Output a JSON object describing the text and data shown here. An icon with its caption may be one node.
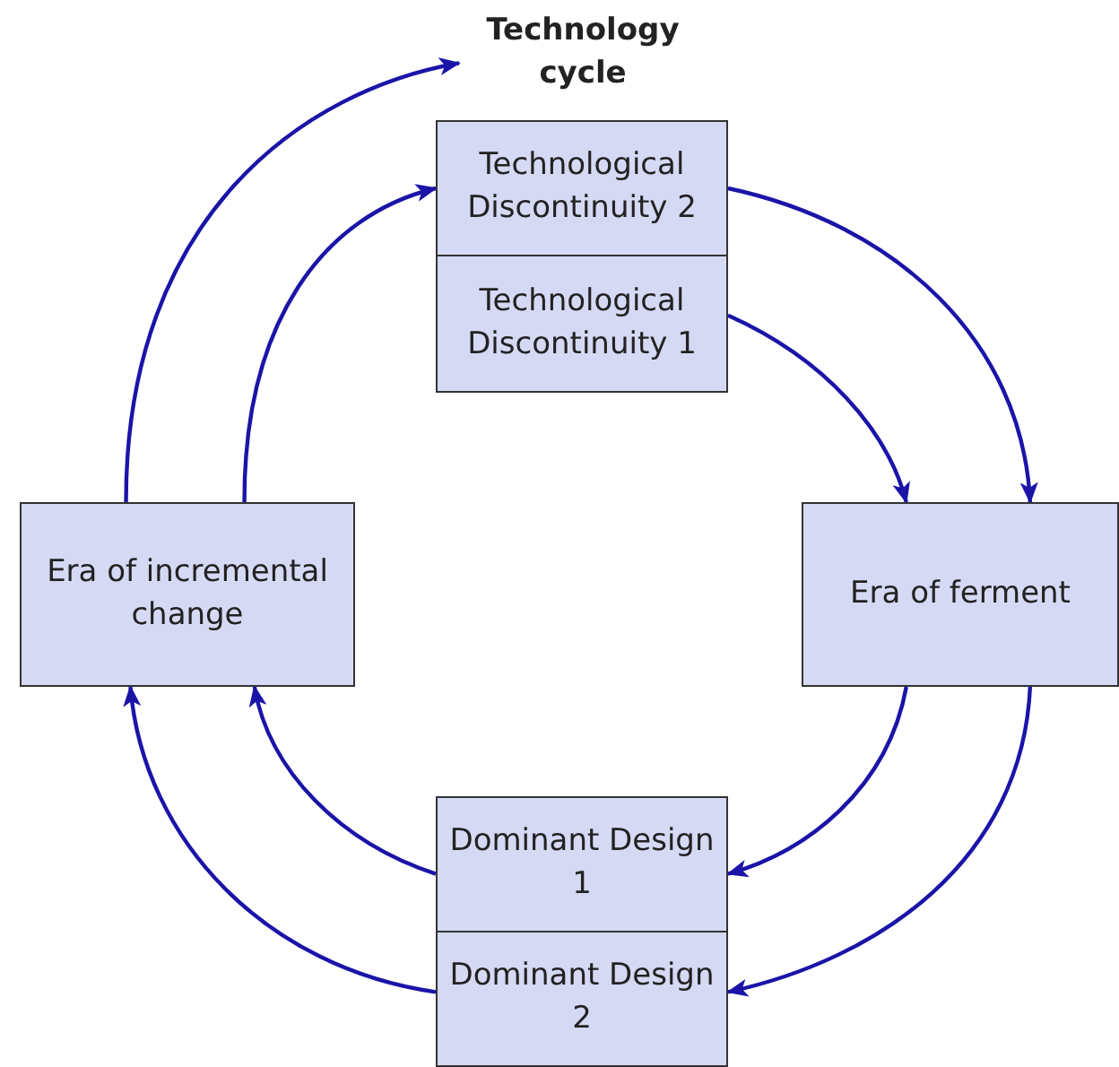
{
  "diagram": {
    "nodes": [
      {
        "text": [
          "Technology cycle"
        ]
      },
      {
        "text": [
          "Technological Discontinuity 2"
        ]
      },
      {
        "text": [
          "Technological Discontinuity 1"
        ]
      },
      {
        "text": [
          "Era of incremental change"
        ]
      },
      {
        "text": [
          "Era of ferment"
        ]
      },
      {
        "text": [
          "Dominant Design 1"
        ]
      },
      {
        "text": [
          "Dominant Design 2"
        ]
      }
    ],
    "edges": [
      {
        "from": 3,
        "to": 0,
        "arrow": "to"
      },
      {
        "from": 3,
        "to": 1,
        "arrow": "to"
      },
      {
        "from": 1,
        "to": 4,
        "arrow": "to"
      },
      {
        "from": 2,
        "to": 4,
        "arrow": "to"
      },
      {
        "from": 4,
        "to": 5,
        "arrow": "to"
      },
      {
        "from": 4,
        "to": 6,
        "arrow": "to"
      },
      {
        "from": 5,
        "to": 3,
        "arrow": "to"
      },
      {
        "from": 6,
        "to": 3,
        "arrow": "to"
      }
    ]
  }
}
